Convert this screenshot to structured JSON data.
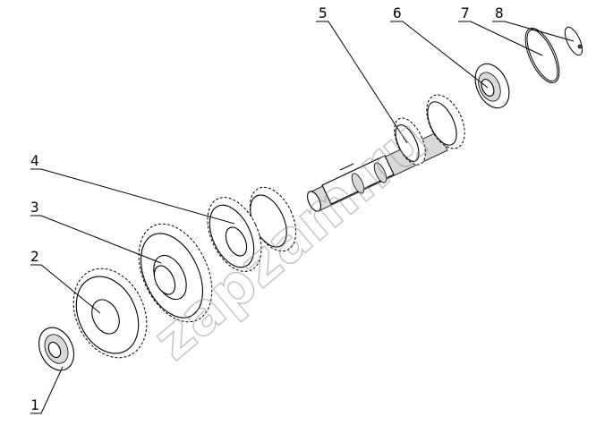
{
  "callouts": [
    {
      "num": "1",
      "part": "bearing"
    },
    {
      "num": "2",
      "part": "gear"
    },
    {
      "num": "3",
      "part": "gear"
    },
    {
      "num": "4",
      "part": "gear"
    },
    {
      "num": "5",
      "part": "shaft"
    },
    {
      "num": "6",
      "part": "bearing"
    },
    {
      "num": "7",
      "part": "retaining ring"
    },
    {
      "num": "8",
      "part": "circlip"
    }
  ],
  "watermark": "zapzam.ru",
  "colors": {
    "ink": "#000000",
    "watermark": "#8a8a8a",
    "background": "#ffffff"
  }
}
